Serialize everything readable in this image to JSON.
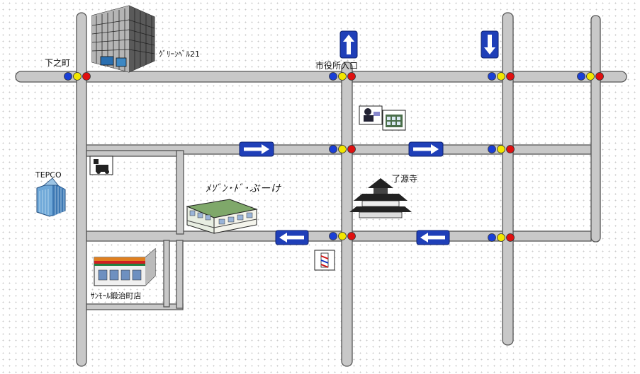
{
  "labels": {
    "shimonocho": "下之町",
    "green_bell": "ｸﾞﾘｰﾝﾍﾞﾙ21",
    "city_hall_entrance": "市役所入口",
    "tepco": "TEPCO",
    "maison": "ﾒｿﾞﾝ･ﾄﾞ･ぶーけ",
    "ryogenji": "了源寺",
    "sunmall": "ｻﾝﾓｰﾙ鍛治町店"
  },
  "colors": {
    "road_fill": "#c8c8c8",
    "road_outline": "#555555",
    "signal_left": "#1a3fd6",
    "signal_middle": "#f2e600",
    "signal_right": "#e01010",
    "arrow_sign": "#1f3fb8"
  },
  "icons": {
    "signals": "traffic-signal-icon",
    "one_way": "one-way-arrow-icon",
    "green_bell": "office-tower-icon",
    "tepco": "office-building-icon",
    "maison": "apartment-icon",
    "ryogenji": "temple-icon",
    "sunmall": "supermarket-icon",
    "police": "police-box-icon",
    "barber": "barber-pole-icon",
    "post": "post-office-icon"
  }
}
